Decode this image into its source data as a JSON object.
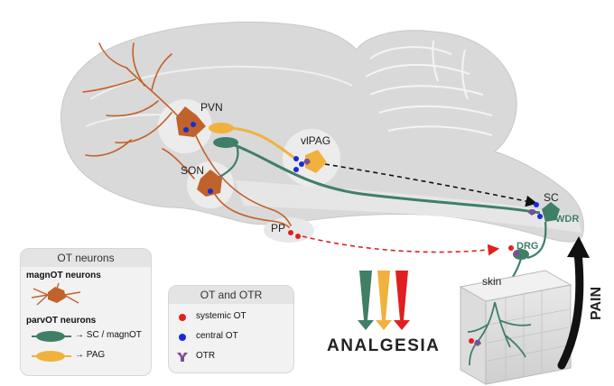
{
  "regions": {
    "pvn": "PVN",
    "son": "SON",
    "vlpag": "vlPAG",
    "pp": "PP",
    "sc": "SC",
    "wdr": "WDR",
    "drg": "DRG",
    "skin": "skin"
  },
  "effects": {
    "analgesia": "ANALGESIA",
    "pain": "PAIN"
  },
  "legend_neurons": {
    "title": "OT neurons",
    "magn_label": "magnOT neurons",
    "parv_label": "parvOT neurons",
    "parv_sc": "→ SC / magnOT",
    "parv_pag": "→ PAG"
  },
  "legend_otr": {
    "title": "OT and OTR",
    "systemic": "systemic OT",
    "central": "central OT",
    "otr": "OTR"
  },
  "colors": {
    "magnOT": "#c0622b",
    "parvOT_sc": "#3f7f66",
    "parvOT_pag": "#f0b23c",
    "systemic_dot": "#e02020",
    "central_dot": "#1a2bd6",
    "otr": "#7a4f9a",
    "brain": "#d9d9d9"
  }
}
